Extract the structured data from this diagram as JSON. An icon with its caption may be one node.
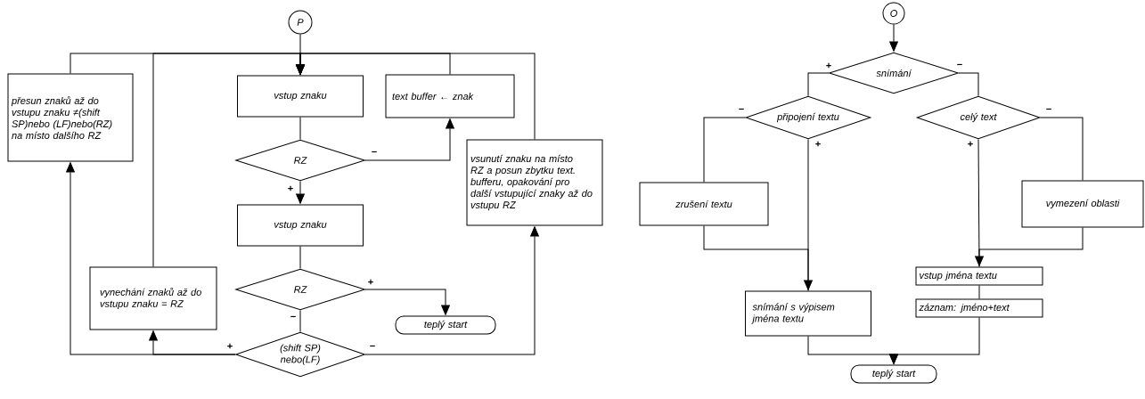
{
  "diagram": {
    "nodes": [
      {
        "text": [
          "P"
        ]
      },
      {
        "text": [
          "vstup znaku"
        ]
      },
      {
        "text": [
          "RZ"
        ]
      },
      {
        "text": [
          "vstup znaku"
        ]
      },
      {
        "text": [
          "RZ"
        ]
      },
      {
        "text": [
          "(shift SP) nebo(LF)"
        ]
      },
      {
        "text": [
          "text buffer ← znak"
        ]
      },
      {
        "text": [
          "vsunutí znaku na místo RZ a posun zbytku text. bufferu, opakování pro další vstupující znaky až do vstupu RZ"
        ]
      },
      {
        "text": [
          "teplý start"
        ]
      },
      {
        "text": [
          "přesun znaků až do vstupu znaku ≠(shift SP)nebo (LF)nebo(RZ) na místo dalšího RZ"
        ]
      },
      {
        "text": [
          "vynechání znaků až do vstupu znaku = RZ"
        ]
      },
      {
        "text": [
          "O"
        ]
      },
      {
        "text": [
          "snímání"
        ]
      },
      {
        "text": [
          "připojení textu"
        ]
      },
      {
        "text": [
          "celý text"
        ]
      },
      {
        "text": [
          "zrušení textu"
        ]
      },
      {
        "text": [
          "vymezení oblasti"
        ]
      },
      {
        "text": [
          "snímání s výpisem jména textu"
        ]
      },
      {
        "text": [
          "vstup jména textu"
        ]
      },
      {
        "text": [
          "záznam: jméno+text"
        ]
      },
      {
        "text": [
          "teplý start"
        ]
      }
    ],
    "edges": [
      {
        "from": 0,
        "to": 1,
        "arrow": "to"
      },
      {
        "from": 1,
        "to": 2,
        "arrow": "none"
      },
      {
        "from": 2,
        "to": 3,
        "arrow": "to",
        "label": "+"
      },
      {
        "from": 2,
        "to": 6,
        "arrow": "to",
        "label": "−"
      },
      {
        "from": 6,
        "to": 1,
        "arrow": "to"
      },
      {
        "from": 3,
        "to": 4,
        "arrow": "none"
      },
      {
        "from": 4,
        "to": 8,
        "arrow": "to",
        "label": "+"
      },
      {
        "from": 4,
        "to": 5,
        "arrow": "none",
        "label": "−"
      },
      {
        "from": 5,
        "to": 10,
        "arrow": "to",
        "label": "+"
      },
      {
        "from": 5,
        "to": 9,
        "arrow": "to"
      },
      {
        "from": 5,
        "to": 7,
        "arrow": "to",
        "label": "−"
      },
      {
        "from": 7,
        "to": 1,
        "arrow": "to"
      },
      {
        "from": 9,
        "to": 1,
        "arrow": "to"
      },
      {
        "from": 10,
        "to": 1,
        "arrow": "to"
      },
      {
        "from": 11,
        "to": 12,
        "arrow": "to"
      },
      {
        "from": 12,
        "to": 13,
        "arrow": "none",
        "label": "+"
      },
      {
        "from": 12,
        "to": 14,
        "arrow": "none",
        "label": "−"
      },
      {
        "from": 13,
        "to": 15,
        "arrow": "none",
        "label": "−"
      },
      {
        "from": 13,
        "to": 17,
        "arrow": "none",
        "label": "+"
      },
      {
        "from": 15,
        "to": 17,
        "arrow": "to"
      },
      {
        "from": 14,
        "to": 18,
        "arrow": "none",
        "label": "+"
      },
      {
        "from": 14,
        "to": 16,
        "arrow": "none",
        "label": "−"
      },
      {
        "from": 16,
        "to": 18,
        "arrow": "to"
      },
      {
        "from": 18,
        "to": 19,
        "arrow": "none"
      },
      {
        "from": 17,
        "to": 20,
        "arrow": "to"
      },
      {
        "from": 19,
        "to": 20,
        "arrow": "to"
      }
    ]
  }
}
